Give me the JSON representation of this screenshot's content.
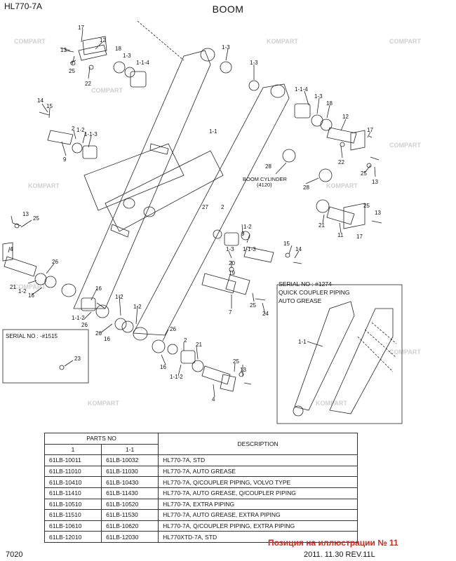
{
  "header": {
    "model": "HL770-7A",
    "title": "BOOM"
  },
  "callouts": {
    "c17a": "17",
    "c12a": "12",
    "c13a": "13",
    "c25a": "25",
    "c18a": "18",
    "c13b": "1-3",
    "c114a": "1-1-4",
    "c22a": "22",
    "c13c": "1-3",
    "c13d": "1-3",
    "c114b": "1-1-4",
    "c13e": "1-3",
    "c18b": "18",
    "c12b": "12",
    "c17b": "17",
    "c22b": "22",
    "c25b": "25",
    "c13f": "13",
    "c14a": "14",
    "c15a": "15",
    "c2a": "2",
    "c1a": "1-2",
    "c113a": "1-1-3",
    "c9a": "9",
    "c11a": "1-1",
    "c28a": "28",
    "c28b": "28",
    "boom_cyl": "BOOM CYLINDER",
    "boom_cyl_no": "(4120)",
    "c27": "27",
    "c21a": "21",
    "c11b": "11",
    "c25c": "25",
    "c13g": "13",
    "c17c": "17",
    "c13h": "13",
    "c25d": "25",
    "c4a": "4",
    "c26a": "26",
    "c21b": "21",
    "c12c": "1-2",
    "c16a": "16",
    "c112a": "1-1-2",
    "c16b": "16",
    "c26b": "26",
    "c2b": "2",
    "c12d": "1-2",
    "c9b": "9",
    "c13i": "1-3",
    "c15b": "15",
    "c14b": "14",
    "c113b": "1-1-3",
    "c20": "20",
    "c19": "19",
    "c7": "7",
    "c25e": "25",
    "c24": "24",
    "c12e": "1-2",
    "c12f": "1-2",
    "c26c": "26",
    "c16c": "16",
    "c26d": "26",
    "c16d": "16",
    "c2c": "2",
    "c21c": "21",
    "c112b": "1-1-2",
    "c25f": "25",
    "c13j": "13",
    "c4b": "4",
    "c23": "23",
    "c11c": "1-1"
  },
  "watermark": {
    "brand": "KOMPART",
    "brand_alt": "COMPART"
  },
  "insets": {
    "serial_a": "SERIAL NO : -#1515",
    "serial_b_line1": "SERIAL NO : #1274-",
    "serial_b_line2": "QUICK COUPLER PIPING",
    "serial_b_line3": "AUTO GREASE"
  },
  "parts_table": {
    "header_parts": "PARTS NO",
    "header_desc": "DESCRIPTION",
    "col1": "1",
    "col2": "1-1",
    "rows": [
      [
        "61LB-10011",
        "61LB-10032",
        "HL770-7A, STD"
      ],
      [
        "61LB-11010",
        "61LB-11030",
        "HL770-7A, AUTO GREASE"
      ],
      [
        "61LB-10410",
        "61LB-10430",
        "HL770-7A, Q/COUPLER PIPING, VOLVO TYPE"
      ],
      [
        "61LB-11410",
        "61LB-11430",
        "HL770-7A, AUTO GREASE, Q/COUPLER PIPING"
      ],
      [
        "61LB-10510",
        "61LB-10520",
        "HL770-7A, EXTRA PIPING"
      ],
      [
        "61LB-11510",
        "61LB-11530",
        "HL770-7A, AUTO GREASE, EXTRA PIPING"
      ],
      [
        "61LB-10610",
        "61LB-10620",
        "HL770-7A, Q/COUPLER PIPING, EXTRA PIPING"
      ],
      [
        "61LB-12010",
        "61LB-12030",
        "HL770XTD-7A, STD"
      ]
    ]
  },
  "footer": {
    "page": "7020",
    "ref": "Позиция на иллюстрации № 11",
    "rev": "2011. 11.30 REV.11L"
  }
}
